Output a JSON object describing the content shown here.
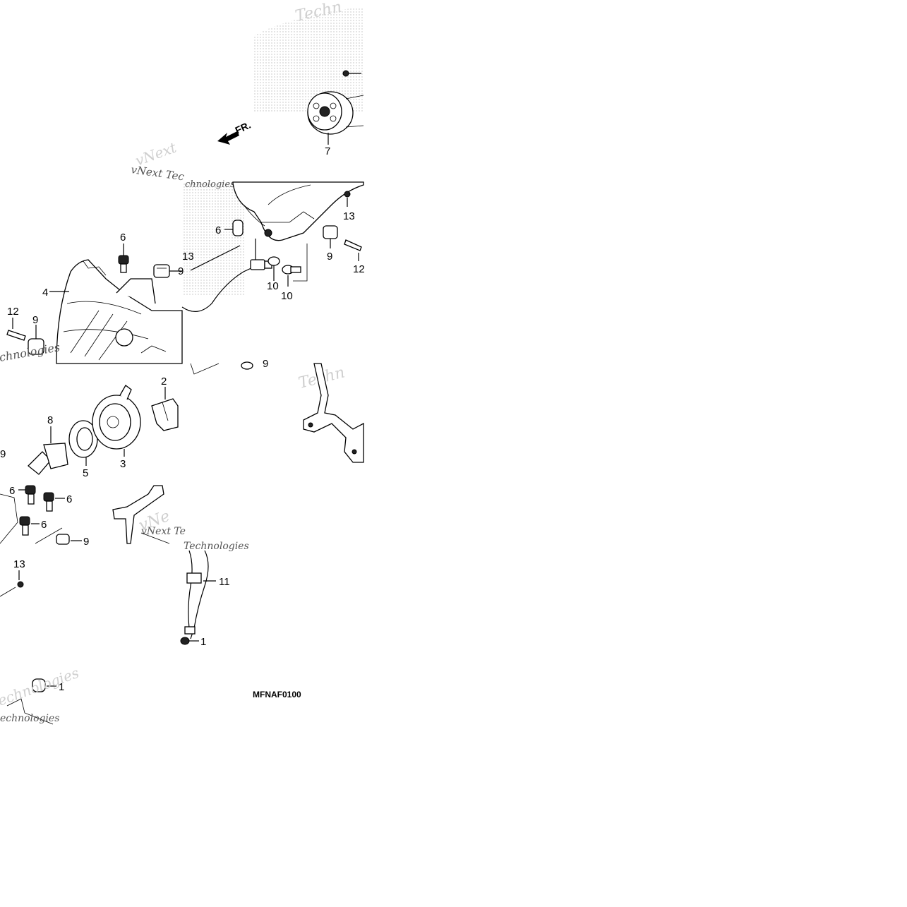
{
  "diagram": {
    "code": "MFNAF0100",
    "direction_label": "FR.",
    "watermark_text": [
      "Techn",
      "vNext Tec",
      "chnologies",
      "vNext",
      "Technologies",
      "vNe",
      "vNext Te",
      "echnologies",
      "vNext",
      "echnologies",
      "Techn"
    ],
    "callouts": {
      "c7": "7",
      "c13a": "13",
      "c6a": "6",
      "c9a": "9",
      "c12a": "12",
      "c10a": "10",
      "c10b": "10",
      "c13b": "13",
      "c6b": "6",
      "c9b": "9",
      "c4": "4",
      "c12b": "12",
      "c9c": "9",
      "c2": "2",
      "c8": "8",
      "c5": "5",
      "c3": "3",
      "c9d": "9",
      "c6c": "6",
      "c6d": "6",
      "c6e": "6",
      "c9e": "9",
      "c13c": "13",
      "c11": "11",
      "c1a": "1",
      "c1b": "1"
    }
  }
}
